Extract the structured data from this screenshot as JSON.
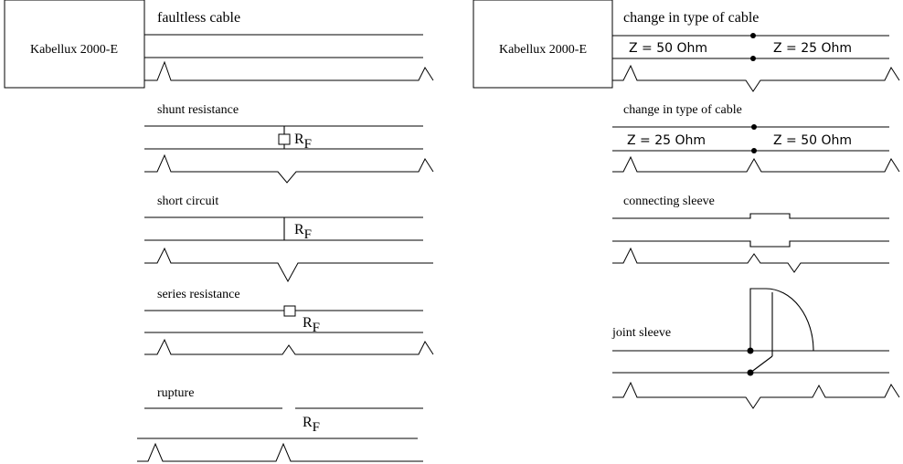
{
  "device_label": "Kabellux 2000-E",
  "left": {
    "faultless": {
      "title": "faultless cable"
    },
    "shunt": {
      "title": "shunt resistance",
      "resistor_label": "R",
      "resistor_sub": "F"
    },
    "short": {
      "title": "short circuit",
      "resistor_label": "R",
      "resistor_sub": "F"
    },
    "series": {
      "title": "series resistance",
      "resistor_label": "R",
      "resistor_sub": "F"
    },
    "rupture": {
      "title": "rupture",
      "resistor_label": "R",
      "resistor_sub": "F"
    }
  },
  "right": {
    "change1": {
      "title": "change in type of cable",
      "z_left": "Z = 50 Ohm",
      "z_right": "Z = 25 Ohm"
    },
    "change2": {
      "title": "change in type of cable",
      "z_left": "Z = 25 Ohm",
      "z_right": "Z = 50 Ohm"
    },
    "sleeve": {
      "title": "connecting sleeve"
    },
    "joint": {
      "title": "joint sleeve"
    }
  }
}
